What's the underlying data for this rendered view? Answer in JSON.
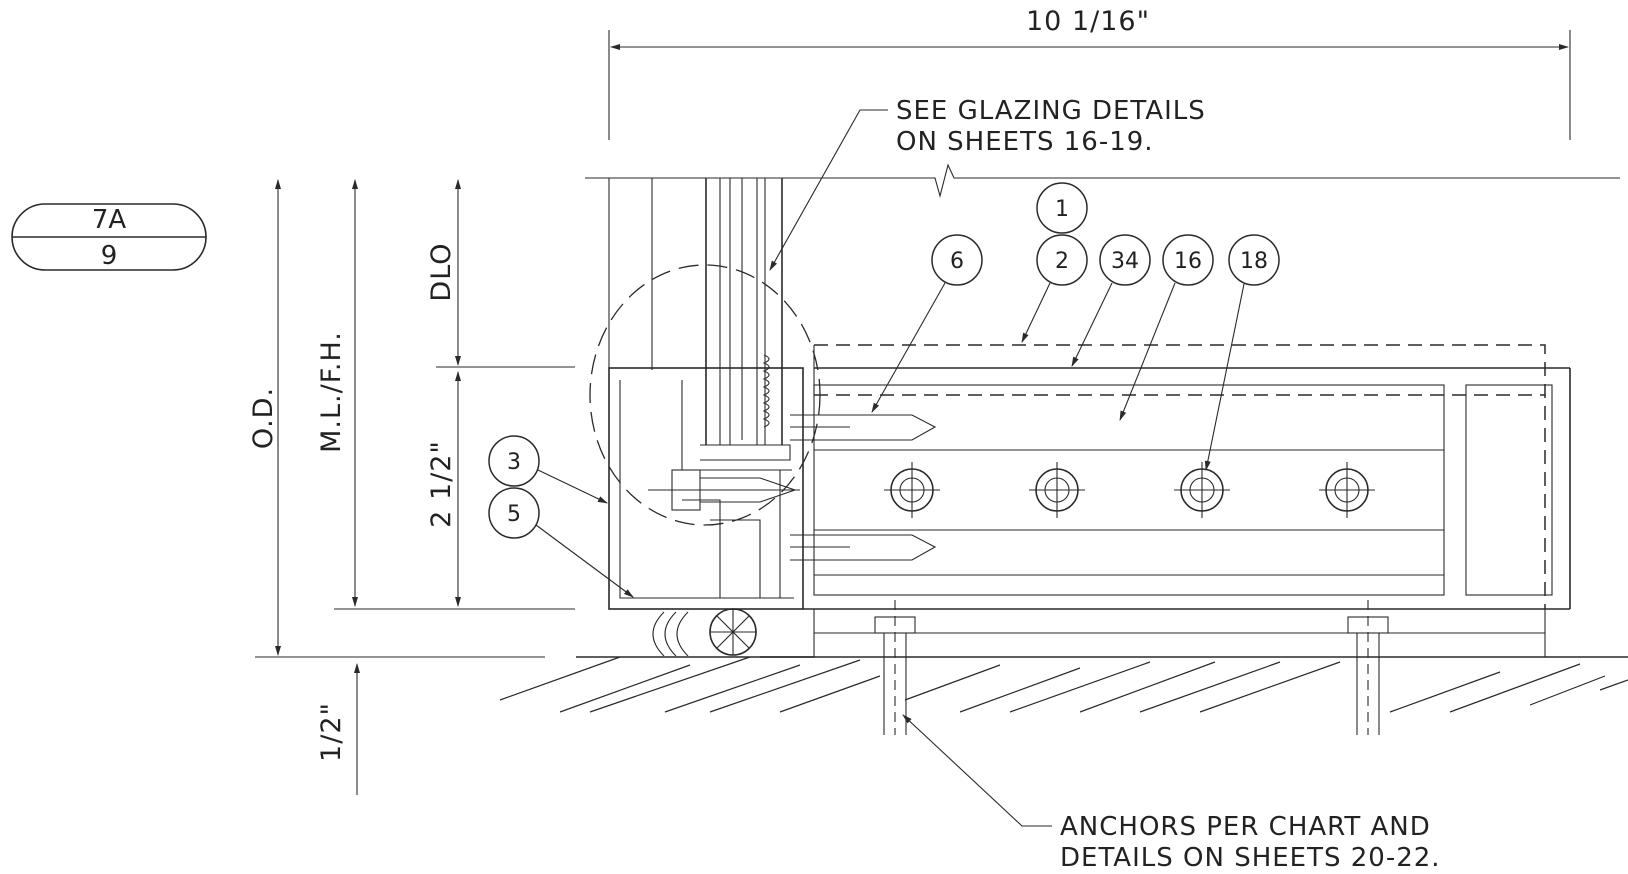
{
  "detail_tag": {
    "top": "7A",
    "bottom": "9"
  },
  "dimensions": {
    "overall_width": "10 1/16\"",
    "od": "O.D.",
    "ml_fh": "M.L./F.H.",
    "dlo": "DLO",
    "frame_height": "2 1/2\"",
    "gap": "1/2\""
  },
  "notes": {
    "glazing": [
      "SEE GLAZING DETAILS",
      "ON SHEETS 16-19."
    ],
    "anchors": [
      "ANCHORS PER CHART AND",
      "DETAILS ON SHEETS 20-22."
    ]
  },
  "callouts": [
    "1",
    "2",
    "34",
    "16",
    "18",
    "6",
    "3",
    "5"
  ]
}
